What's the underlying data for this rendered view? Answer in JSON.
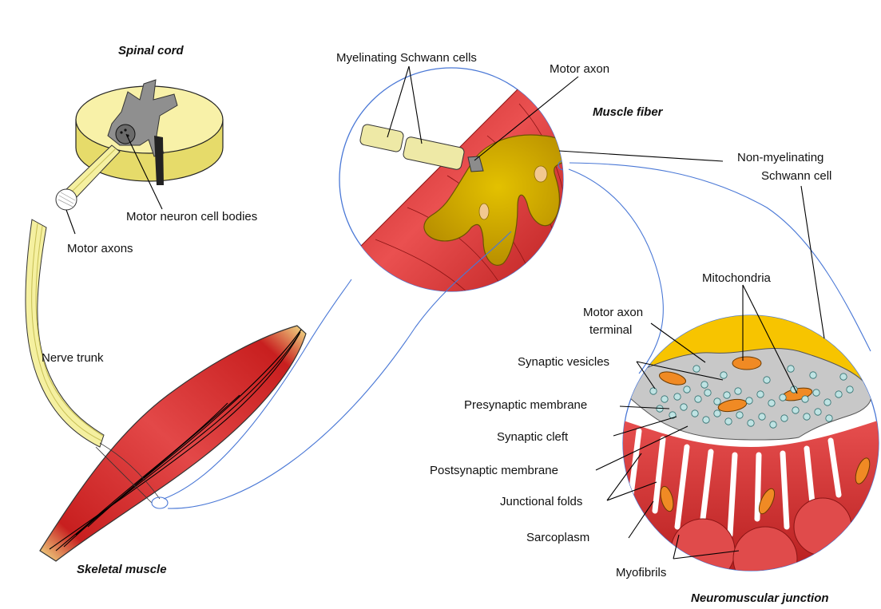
{
  "titles": {
    "spinal_cord": "Spinal cord",
    "muscle_fiber": "Muscle fiber",
    "skeletal_muscle": "Skeletal muscle",
    "neuromuscular_junction": "Neuromuscular junction"
  },
  "labels": {
    "motor_neuron_cell_bodies": "Motor neuron cell bodies",
    "motor_axons": "Motor axons",
    "nerve_trunk": "Nerve trunk",
    "myelinating_schwann_cells": "Myelinating Schwann cells",
    "motor_axon": "Motor axon",
    "non_myelinating_line1": "Non-myelinating",
    "non_myelinating_line2": "Schwann cell",
    "mitochondria": "Mitochondria",
    "motor_axon_terminal_line1": "Motor axon",
    "motor_axon_terminal_line2": "terminal",
    "synaptic_vesicles": "Synaptic vesicles",
    "presynaptic_membrane": "Presynaptic membrane",
    "synaptic_cleft": "Synaptic cleft",
    "postsynaptic_membrane": "Postsynaptic membrane",
    "junctional_folds": "Junctional folds",
    "sarcoplasm": "Sarcoplasm",
    "myofibrils": "Myofibrils"
  },
  "colors": {
    "muscle_red": "#dd3b3b",
    "nerve_yellow": "#f5f0a0",
    "terminal_gold": "#c9a100",
    "schwann_yellow": "#f7c400",
    "terminal_gray": "#c8c8c8",
    "vesicle": "#bfe3e3",
    "mitochondria_orange": "#f08a24",
    "zoom_line_blue": "#4a78d6"
  }
}
